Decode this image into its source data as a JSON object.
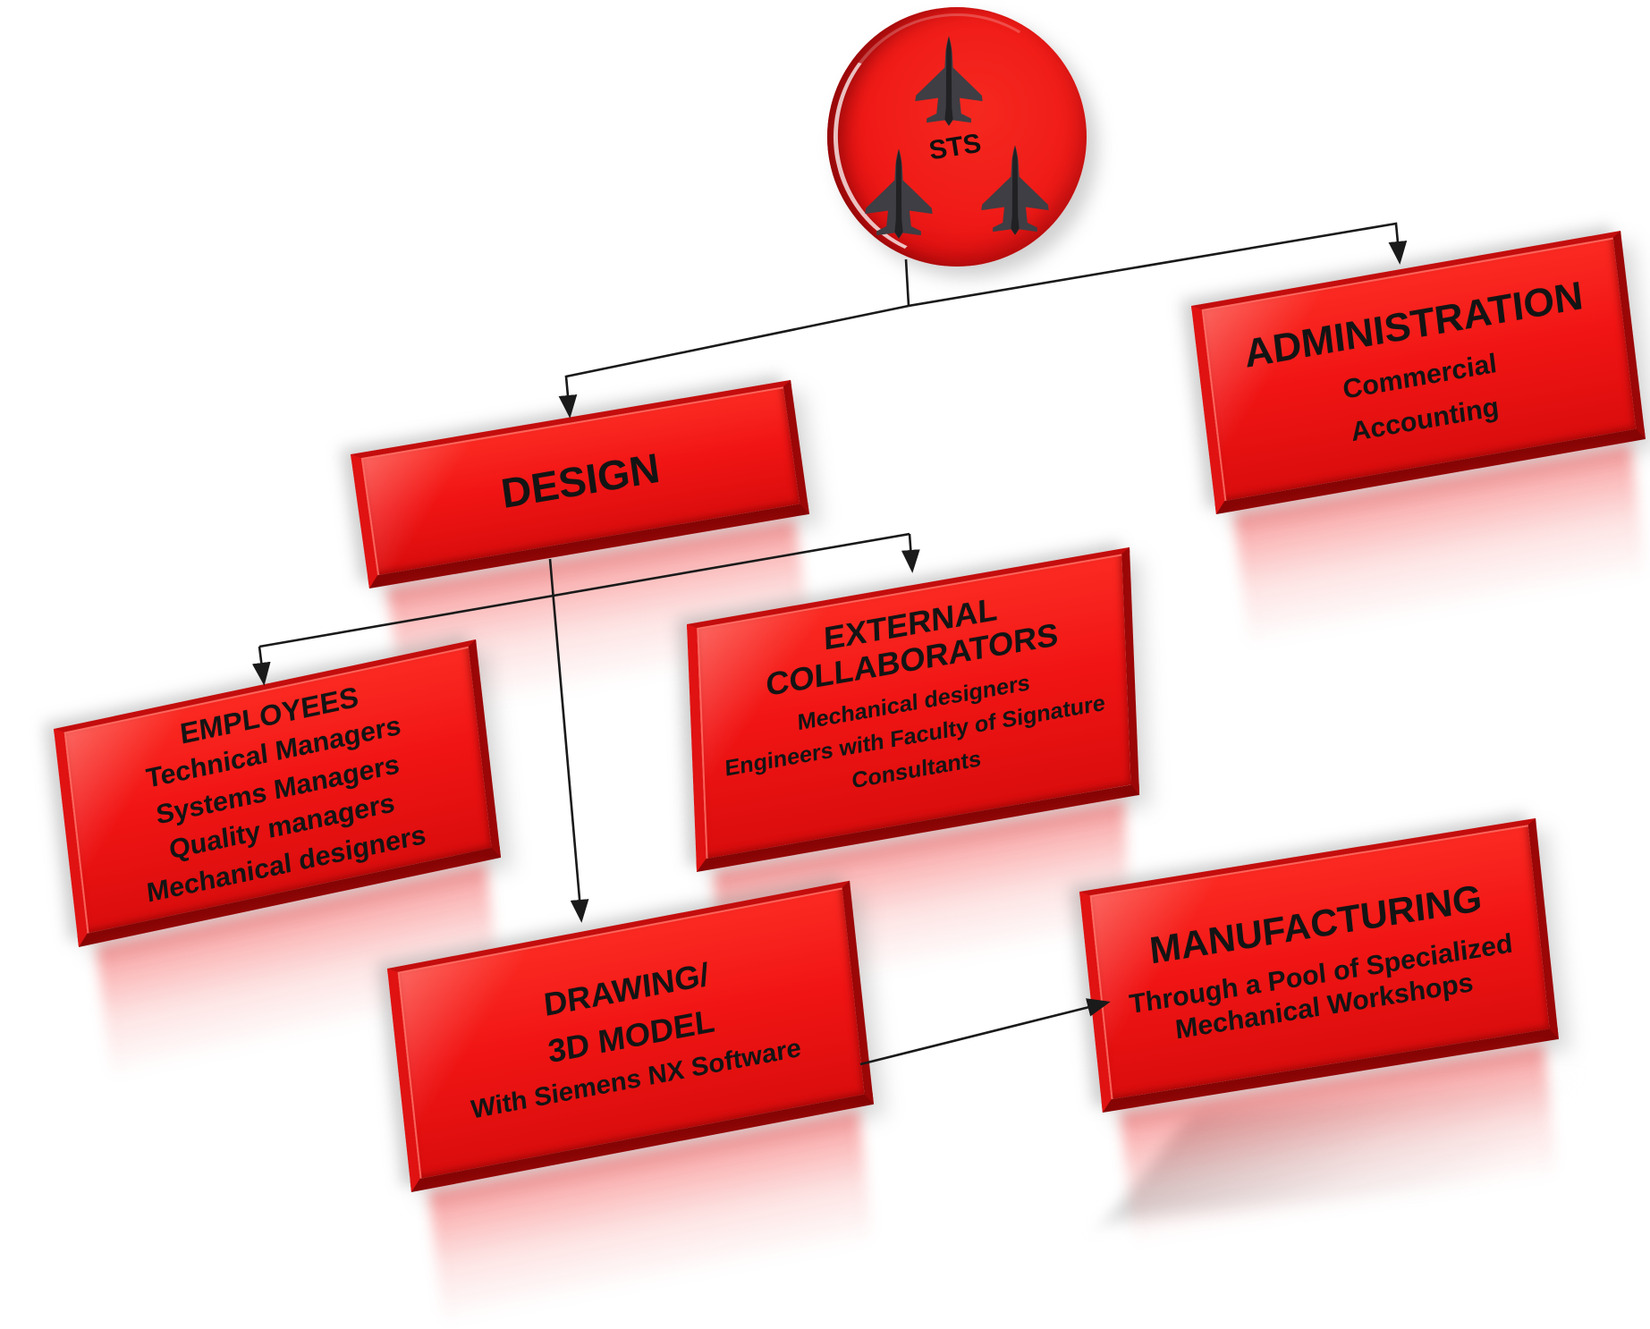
{
  "logo": {
    "label": "STS",
    "icons": [
      "fighter-jet-icon",
      "fighter-jet-icon",
      "fighter-jet-icon"
    ]
  },
  "nodes": {
    "design": {
      "title": "DESIGN"
    },
    "administration": {
      "title": "ADMINISTRATION",
      "lines": [
        "Commercial",
        "Accounting"
      ]
    },
    "employees": {
      "title": "EMPLOYEES",
      "lines": [
        "Technical Managers",
        "Systems Managers",
        "Quality managers",
        "Mechanical designers"
      ]
    },
    "external_collaborators": {
      "title": "EXTERNAL COLLABORATORS",
      "lines": [
        "Mechanical designers",
        "Engineers with Faculty of Signature",
        "Consultants"
      ]
    },
    "drawing": {
      "title_lines": [
        "DRAWING/",
        "3D MODEL"
      ],
      "lines": [
        "With Siemens NX Software"
      ]
    },
    "manufacturing": {
      "title": "MANUFACTURING",
      "lines": [
        "Through a Pool of Specialized",
        "Mechanical Workshops"
      ]
    }
  },
  "colors": {
    "box_red": "#f01414",
    "bevel_dark_red": "#860404",
    "jet_gray": "#3e3e44",
    "connector_black": "#1a1a1a"
  }
}
